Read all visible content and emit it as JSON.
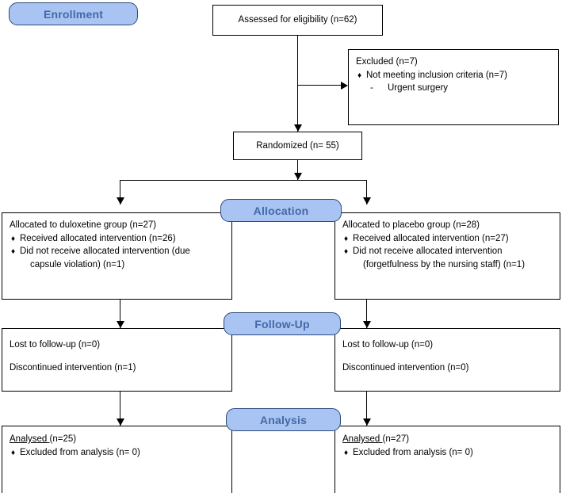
{
  "diagram": {
    "title": "CONSORT participant flow diagram",
    "accent_color": "#a9c3f2",
    "accent_border_color": "#2c4a7c",
    "accent_text_color": "#4169a8",
    "line_color": "#000000"
  },
  "stages": {
    "enrollment": "Enrollment",
    "allocation": "Allocation",
    "followup": "Follow-Up",
    "analysis": "Analysis"
  },
  "enrollment": {
    "assessed": "Assessed for eligibility (n=62)",
    "excluded": {
      "heading": "Excluded (n=7)",
      "bullet": "Not meeting inclusion criteria (n=7)",
      "sub": "Urgent surgery",
      "bullet_glyph": "♦",
      "dash_glyph": "-"
    },
    "randomized": "Randomized (n= 55)"
  },
  "allocation": {
    "left": {
      "heading": "Allocated to duloxetine group (n=27)",
      "bullets": [
        {
          "glyph": "♦",
          "text": "Received allocated intervention (n=26)"
        },
        {
          "glyph": "♦",
          "text": "Did not receive allocated intervention (due"
        }
      ],
      "continuation": "capsule violation) (n=1)"
    },
    "right": {
      "heading": "Allocated to placebo group (n=28)",
      "bullets": [
        {
          "glyph": "♦",
          "text": "Received allocated intervention (n=27)"
        },
        {
          "glyph": "♦",
          "text": "Did not receive allocated intervention"
        }
      ],
      "continuation": "(forgetfulness by the nursing staff) (n=1)"
    }
  },
  "followup": {
    "left": {
      "lost": "Lost to follow-up (n=0)",
      "discontinued": "Discontinued intervention (n=1)"
    },
    "right": {
      "lost": "Lost to follow-up (n=0)",
      "discontinued": "Discontinued intervention (n=0)"
    }
  },
  "analysis": {
    "left": {
      "label": "Analysed ",
      "count": " (n=25)",
      "bullet_glyph": "♦",
      "excluded": "Excluded from analysis (n= 0)"
    },
    "right": {
      "label": "Analysed ",
      "count": " (n=27)",
      "bullet_glyph": "♦",
      "excluded": "Excluded from analysis (n= 0)"
    }
  }
}
